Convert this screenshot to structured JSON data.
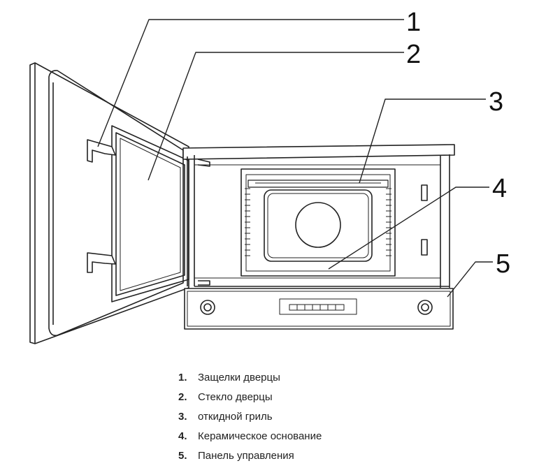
{
  "callouts": [
    "1",
    "2",
    "3",
    "4",
    "5"
  ],
  "legend": [
    {
      "num": "1.",
      "text": "Защелки дверцы"
    },
    {
      "num": "2.",
      "text": "Стекло дверцы"
    },
    {
      "num": "3.",
      "text": "откидной гриль"
    },
    {
      "num": "4.",
      "text": "Керамическое основание"
    },
    {
      "num": "5.",
      "text": "Панель управления"
    }
  ]
}
